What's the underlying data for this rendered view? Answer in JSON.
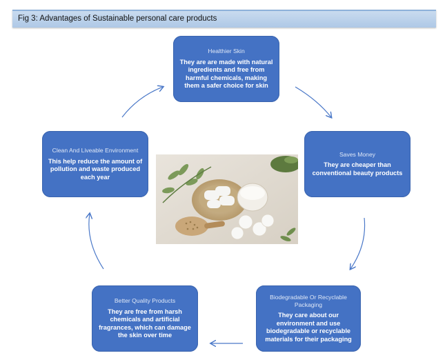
{
  "caption": "Fig 3: Advantages of Sustainable  personal care products",
  "nodes": {
    "healthier": {
      "title": "Healthier Skin",
      "text": "They are are made with natural ingredients and free from harmful chemicals, making them a safer choice for skin"
    },
    "saves": {
      "title": "Saves Money",
      "text": "They are cheaper than conventional beauty products"
    },
    "biodegradable": {
      "title": "Biodegradable Or Recyclable Packaging",
      "text": "They care about our environment and use biodegradable or recyclable materials for their packaging"
    },
    "quality": {
      "title": "Better Quality Products",
      "text": "They are free from harsh chemicals and artificial fragrances, which can damage the skin over time"
    },
    "clean": {
      "title": "Clean And Liveable Environment",
      "text": "This help reduce the amount of pollution and waste produced each year"
    }
  },
  "colors": {
    "box_fill": "#4472c4",
    "arrow": "#4a78c8",
    "caption_bar": "#b7cfea"
  }
}
